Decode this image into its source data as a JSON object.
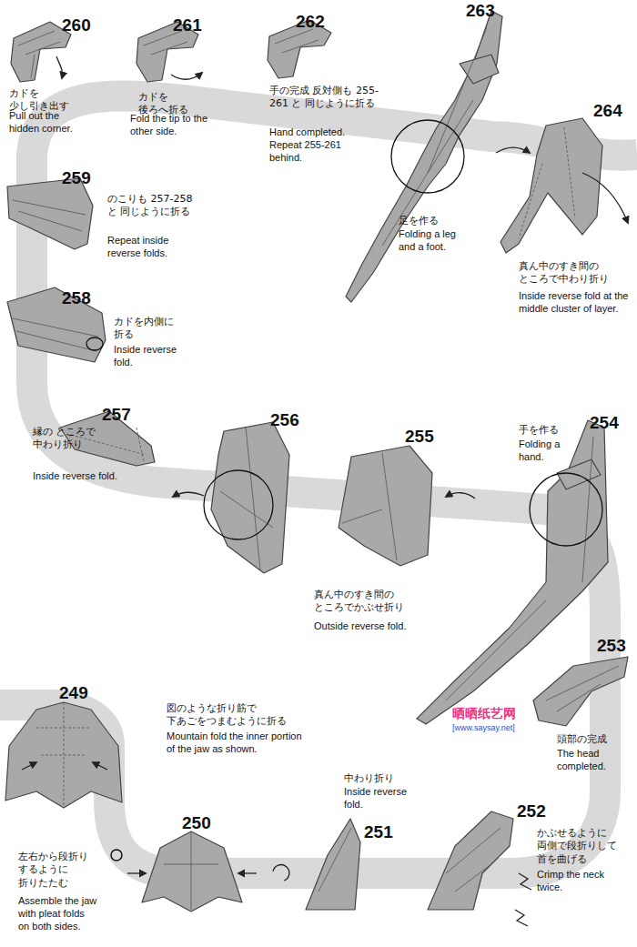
{
  "diagram": {
    "labels": [
      "260",
      "カドを 少し引き出す",
      "Pull out the hidden corner.",
      "261",
      "カドを 後ろへ折る",
      "Fold the tip to the other side.",
      "262",
      "手の完成 反対側も 255-261 と 同じように折る",
      "Hand completed. Repeat 255-261 behind.",
      "263",
      "足を作る",
      "Folding a leg and a foot.",
      "264",
      "真ん中のすき間の ところで中わり折り",
      "Inside reverse fold at the middle cluster of layer.",
      "259",
      "のこりも 257-258 と 同じように折る",
      "Repeat inside reverse folds.",
      "258",
      "カドを内側に 折る",
      "Inside reverse fold.",
      "257",
      "縁の ところで 中わり折り",
      "Inside reverse fold.",
      "256",
      "255",
      "254",
      "手を作る",
      "Folding a hand.",
      "真ん中のすき間の ところでかぶせ折り",
      "Outside reverse fold.",
      "253",
      "頭部の完成",
      "The head completed.",
      "晒晒纸艺网",
      "[www.saysay.net]",
      "249",
      "図のような折り筋で 下あごをつまむように折る",
      "Mountain fold the inner portion of the jaw as shown.",
      "250",
      "左右から段折り するように 折りたたむ",
      "Assemble the jaw with pleat folds on both sides.",
      "251",
      "中わり折り",
      "Inside reverse fold.",
      "252",
      "かぶせるように 両側で段折りして 首を曲げる",
      "Crimp the neck twice."
    ]
  }
}
